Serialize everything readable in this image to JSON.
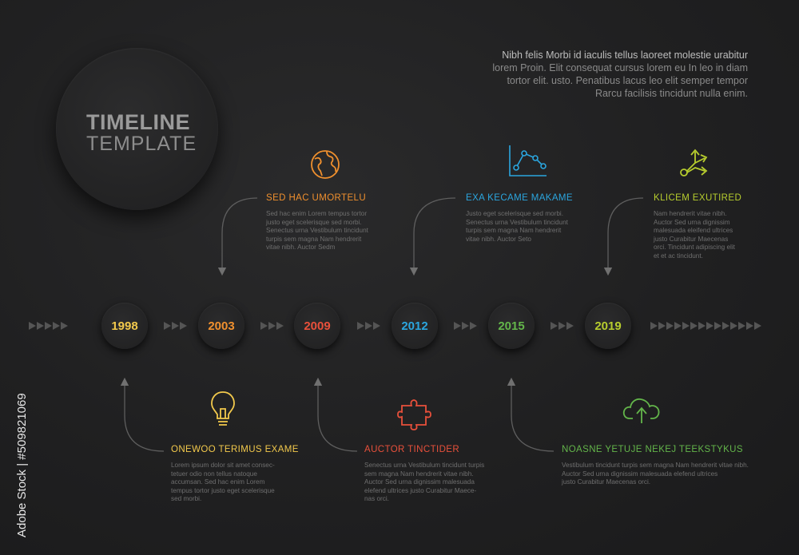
{
  "header": {
    "title": "TIMELINE",
    "subtitle": "TEMPLATE"
  },
  "intro": [
    "Nibh felis Morbi id iaculis tellus laoreet molestie urabitur",
    "lorem Proin. Elit consequat cursus lorem eu In leo in diam",
    "tortor elit. usto. Penatibus lacus leo elit semper tempor",
    "Rarcu facilisis tincidunt nulla enim."
  ],
  "watermark": "Adobe Stock | #509821069",
  "colors": {
    "yellow": "#f2c94c",
    "orange": "#f0902e",
    "red": "#e8503b",
    "blue": "#2ba6df",
    "green": "#63b54a",
    "lime": "#b7cd2e"
  },
  "milestones": [
    {
      "year": "1998",
      "color": "#f2c94c",
      "icon": "lightbulb-icon",
      "heading": "ONEWOO TERIMUS EXAME",
      "lines": [
        "Lorem ipsum dolor sit amet consec-",
        "tetuer odio non tellus natoque",
        "accumsan. Sed hac enim Lorem",
        "tempus tortor justo eget scelerisque",
        "sed morbi."
      ]
    },
    {
      "year": "2003",
      "color": "#f0902e",
      "icon": "globe-icon",
      "heading": "SED HAC UMORTELU",
      "lines": [
        "Sed hac enim Lorem tempus tortor",
        "justo eget scelerisque sed morbi.",
        "Senectus urna Vestibulum tincidunt",
        "turpis sem magna Nam hendrerit",
        "vitae nibh. Auctor Sedm"
      ]
    },
    {
      "year": "2009",
      "color": "#e8503b",
      "icon": "puzzle-icon",
      "heading": "AUCTOR TINCTIDER",
      "lines": [
        "Senectus urna Vestibulum tincidunt turpis",
        "sem magna Nam hendrerit vitae nibh.",
        "Auctor Sed urna dignissim malesuada",
        "elefend ultrices justo Curabitur Maece-",
        "nas orci."
      ]
    },
    {
      "year": "2012",
      "color": "#2ba6df",
      "icon": "chart-icon",
      "heading": "EXA KECAME MAKAME",
      "lines": [
        "Justo eget scelerisque sed morbi.",
        "Senectus urna Vestibulum tincidunt",
        "turpis sem magna Nam hendrerit",
        "vitae nibh. Auctor Seto"
      ]
    },
    {
      "year": "2015",
      "color": "#63b54a",
      "icon": "cloud-upload-icon",
      "heading": "NOASNE YETUJE NEKEJ TEEKSTYKUS",
      "lines": [
        "Vestibulum tincidunt turpis sem magna Nam hendrerit vitae nibh.",
        "Auctor Sed urna dignissim malesuada elefend ultrices",
        "justo Curabitur Maecenas orci."
      ]
    },
    {
      "year": "2019",
      "color": "#b7cd2e",
      "icon": "arrows-split-icon",
      "heading": "KLICEM EXUTIRED",
      "lines": [
        "Nam hendrerit vitae nibh.",
        "Auctor Sed urna dignissim",
        "malesuada eleifend ultrices",
        "justo Curabitur Maecenas",
        "orci. Tincidunt adipiscing elit",
        "et et ac tincidunt."
      ]
    }
  ]
}
